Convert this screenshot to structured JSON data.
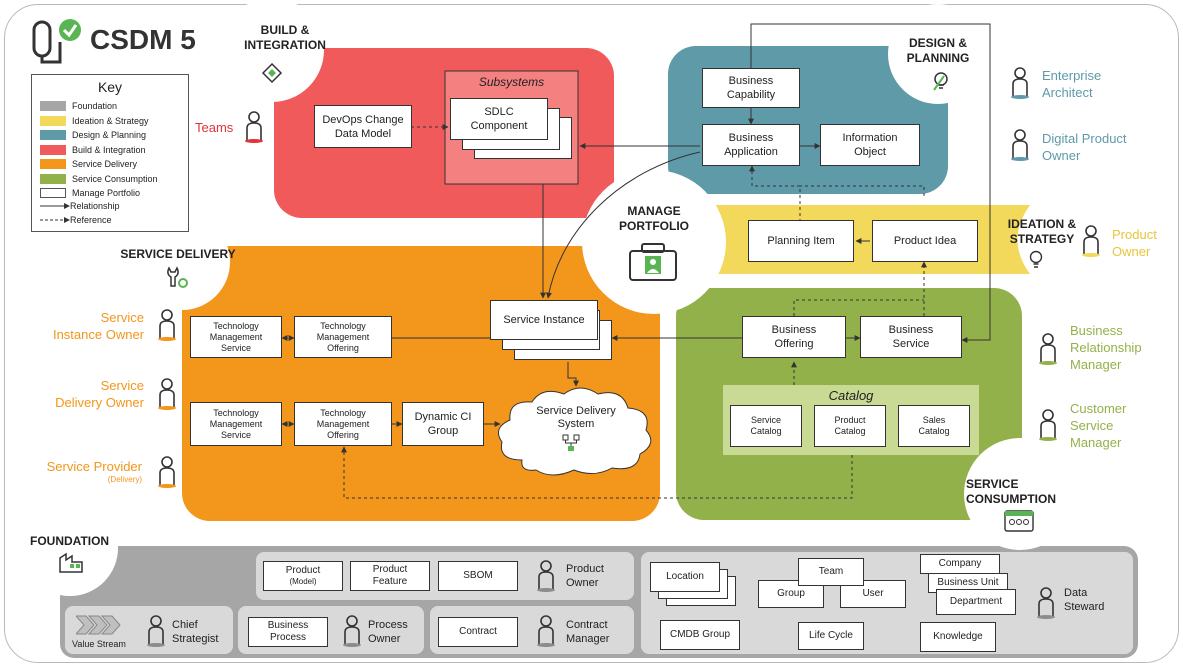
{
  "logo": {
    "text": "CSDM 5"
  },
  "key": {
    "title": "Key",
    "items": [
      {
        "label": "Foundation",
        "color": "#a6a6a6"
      },
      {
        "label": "Ideation & Strategy",
        "color": "#f2d85b"
      },
      {
        "label": "Design & Planning",
        "color": "#5f9aa8"
      },
      {
        "label": "Build & Integration",
        "color": "#f05a5a"
      },
      {
        "label": "Service Delivery",
        "color": "#f2961c"
      },
      {
        "label": "Service Consumption",
        "color": "#93b14a"
      },
      {
        "label": "Manage Portfolio",
        "color": "#ffffff"
      }
    ],
    "relationship": "Relationship",
    "reference": "Reference"
  },
  "build": {
    "title_line1": "BUILD &",
    "title_line2": "INTEGRATION",
    "role": "Teams",
    "devops_line1": "DevOps Change",
    "devops_line2": "Data Model",
    "subsystems": "Subsystems",
    "sdlc_line1": "SDLC",
    "sdlc_line2": "Component"
  },
  "design": {
    "title_line1": "DESIGN &",
    "title_line2": "PLANNING",
    "capability_line1": "Business",
    "capability_line2": "Capability",
    "application_line1": "Business",
    "application_line2": "Application",
    "info_line1": "Information",
    "info_line2": "Object",
    "role1_line1": "Enterprise",
    "role1_line2": "Architect",
    "role2_line1": "Digital Product",
    "role2_line2": "Owner"
  },
  "manage": {
    "title_line1": "MANAGE",
    "title_line2": "PORTFOLIO"
  },
  "ideation": {
    "title_line1": "IDEATION &",
    "title_line2": "STRATEGY",
    "planning_item": "Planning Item",
    "product_idea": "Product Idea",
    "role_line1": "Product",
    "role_line2": "Owner"
  },
  "delivery": {
    "title": "SERVICE DELIVERY",
    "role1_line1": "Service",
    "role1_line2": "Instance Owner",
    "role2_line1": "Service",
    "role2_line2": "Delivery Owner",
    "role3_line1": "Service Provider",
    "role3_line2": "(Delivery)",
    "tms1_line1": "Technology",
    "tms1_line2": "Management",
    "tms1_line3": "Service",
    "tmo1_line1": "Technology",
    "tmo1_line2": "Management",
    "tmo1_line3": "Offering",
    "service_instance": "Service Instance",
    "tms2_line1": "Technology",
    "tms2_line2": "Management",
    "tms2_line3": "Service",
    "tmo2_line1": "Technology",
    "tmo2_line2": "Management",
    "tmo2_line3": "Offering",
    "dci_line1": "Dynamic CI",
    "dci_line2": "Group",
    "sds_line1": "Service Delivery",
    "sds_line2": "System"
  },
  "consumption": {
    "title_line1": "SERVICE",
    "title_line2": "CONSUMPTION",
    "bo_line1": "Business",
    "bo_line2": "Offering",
    "bs_line1": "Business",
    "bs_line2": "Service",
    "catalog": "Catalog",
    "sc_line1": "Service",
    "sc_line2": "Catalog",
    "pc_line1": "Product",
    "pc_line2": "Catalog",
    "sac_line1": "Sales",
    "sac_line2": "Catalog",
    "role1_line1": "Business",
    "role1_line2": "Relationship",
    "role1_line3": "Manager",
    "role2_line1": "Customer",
    "role2_line2": "Service",
    "role2_line3": "Manager"
  },
  "foundation": {
    "title": "FOUNDATION",
    "product_model_line1": "Product",
    "product_model_line2": "(Model)",
    "product_feature_line1": "Product",
    "product_feature_line2": "Feature",
    "sbom": "SBOM",
    "product_owner_line1": "Product",
    "product_owner_line2": "Owner",
    "value_stream": "Value Stream",
    "chief_line1": "Chief",
    "chief_line2": "Strategist",
    "bp_line1": "Business",
    "bp_line2": "Process",
    "po_line1": "Process",
    "po_line2": "Owner",
    "contract": "Contract",
    "cm_line1": "Contract",
    "cm_line2": "Manager",
    "location": "Location",
    "team": "Team",
    "group": "Group",
    "user": "User",
    "company": "Company",
    "business_unit": "Business Unit",
    "department": "Department",
    "data_steward_line1": "Data",
    "data_steward_line2": "Steward",
    "cmdb_group": "CMDB Group",
    "life_cycle": "Life Cycle",
    "knowledge": "Knowledge"
  }
}
